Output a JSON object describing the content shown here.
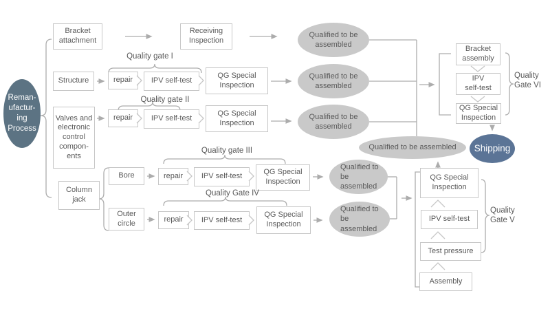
{
  "palette": {
    "process_fill": "#5c7383",
    "shipping_fill": "#5b7496",
    "qualified_fill": "#c9c9c9",
    "line": "#acacac",
    "border": "#c6c6c6",
    "text": "#595959",
    "background": "#ffffff"
  },
  "process": {
    "label_lines": [
      "Reman-",
      "ufactur-",
      "ing",
      "Process"
    ]
  },
  "stages": {
    "bracket_attachment": "Bracket attachment",
    "receiving_inspection": "Receiving Inspection",
    "structure": "Structure",
    "valves_lines": [
      "Valves and",
      "electronic",
      "control",
      "compon-",
      "ents"
    ],
    "column_jack": "Column jack",
    "bore": "Bore",
    "outer_circle": "Outer circle",
    "repair": "repair",
    "ipv_self_test": "IPV self-test",
    "ipv_self_test_lines": [
      "IPV",
      "self-test"
    ],
    "qg_special_inspection": "QG Special Inspection",
    "bracket_assembly": "Bracket assembly",
    "test_pressure": "Test pressure",
    "assembly": "Assembly"
  },
  "outcomes": {
    "qualified": "Qualified to be assembled",
    "shipping": "Shipping"
  },
  "gates": {
    "gate1": "Quality gate I",
    "gate2": "Quality gate II",
    "gate3": "Quality gate III",
    "gate4": "Quality Gate IV",
    "gate5_lines": [
      "Quality",
      "Gate V"
    ],
    "gate6_lines": [
      "Quality",
      "Gate VI"
    ]
  }
}
